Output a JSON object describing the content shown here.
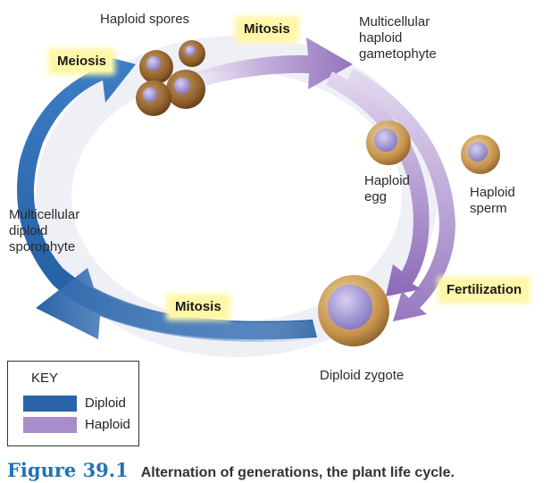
{
  "labels": {
    "haploid_spores": "Haploid spores",
    "gametophyte": "Multicellular\nhaploid\ngametophyte",
    "haploid_egg": "Haploid\negg",
    "haploid_sperm": "Haploid\nsperm",
    "sporophyte": "Multicellular\ndiploid\nsporophyte",
    "zygote": "Diploid zygote"
  },
  "processes": {
    "meiosis": "Meiosis",
    "mitosis_top": "Mitosis",
    "mitosis_bottom": "Mitosis",
    "fertilization": "Fertilization"
  },
  "key": {
    "title": "KEY",
    "items": [
      {
        "label": "Diploid",
        "color": "#2a64a8"
      },
      {
        "label": "Haploid",
        "color": "#a98cca"
      }
    ]
  },
  "colors": {
    "diploid": "#2a64a8",
    "haploid": "#a98cca",
    "cell_outer": "#b8863e",
    "cell_nucleus": "#9a8fd0",
    "highlight": "#fff7a8"
  },
  "caption": {
    "figure": "Figure 39.1",
    "text": "Alternation of generations, the plant life cycle."
  }
}
